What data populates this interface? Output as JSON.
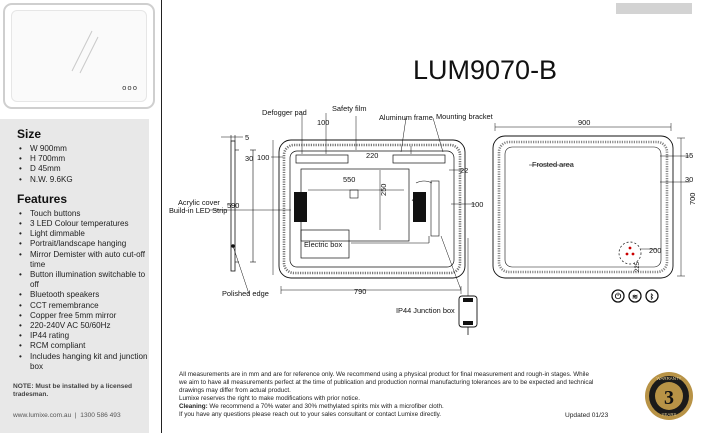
{
  "product": {
    "model": "LUM9070-B",
    "thumbnail_icon": "mirror-thumbnail",
    "thumbnail_dots": "ooo"
  },
  "specs": {
    "size_heading": "Size",
    "size_items": [
      "W 900mm",
      "H 700mm",
      "D 45mm",
      "N.W. 9.6KG"
    ],
    "features_heading": "Features",
    "features_items": [
      "Touch buttons",
      "3 LED Colour temperatures",
      "Light dimmable",
      "Portrait/landscape hanging",
      "Mirror Demister with auto cut-off time",
      "Button illumination switchable to off",
      "Bluetooth speakers",
      "CCT remembrance",
      "Copper free 5mm mirror",
      "220-240V AC 50/60Hz",
      "IP44 rating",
      "RCM compliant",
      "Includes hanging kit and junction box"
    ],
    "note": "NOTE: Must be installed by a licensed tradesman.",
    "footer": "www.lumixe.com.au  |  1300 586 493"
  },
  "drawing": {
    "labels": {
      "defogger": "Defogger pad",
      "safety_film": "Safety film",
      "aluminum_frame": "Aluminum frame",
      "mounting_bracket": "Mounting bracket",
      "acrylic_cover": "Acrylic cover",
      "led_strip": "Build-in LED Strip",
      "electric_box": "Electric box",
      "polished_edge": "Polished edge",
      "junction_box": "IP44 Junction box",
      "frosted_area": "Frosted area"
    },
    "dims": {
      "d5": "5",
      "d30a": "30",
      "d590": "590",
      "d100a": "100",
      "d100b": "100",
      "d220": "220",
      "d550": "550",
      "d250": "250",
      "d22": "22",
      "d100c": "100",
      "d790": "790",
      "d900": "900",
      "d15": "15",
      "d30b": "30",
      "d700": "700",
      "d200": "200",
      "d225": "225"
    }
  },
  "footer": {
    "disclaimer_main": "All measurements are in mm and are for reference only.  We recommend using a physical product for final measurement and rough-in stages.   While we aim to have all measurements perfect at the time of publication and production normal manufacturing tolerances are to be expected and technical drawings may differ from actual product.",
    "disclaimer_rights": "Lumixe reserves the right to make modifications with prior notice.",
    "cleaning_label": "Cleaning:",
    "cleaning_text": " We recommend a 70% water and 30% methylated spirits mix with a microfiber cloth.",
    "contact": "If you have any questions please reach out to your sales consultant or contact Lumixe directly.",
    "updated": "Updated 01/23"
  },
  "warranty": {
    "top_text": "WARRANTY",
    "number": "3",
    "bottom_text": "YEARS"
  }
}
